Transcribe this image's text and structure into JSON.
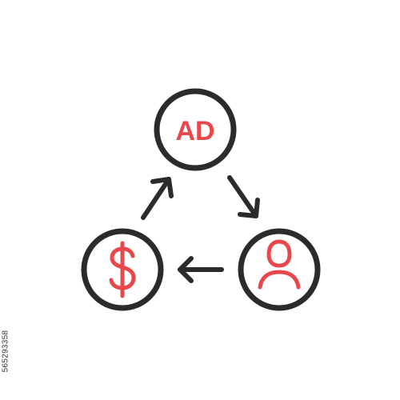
{
  "icon": {
    "ad_label": "AD",
    "nodes": [
      "ad-bubble",
      "user-icon",
      "dollar-icon"
    ],
    "flow": [
      "ad-to-user",
      "user-to-dollar",
      "dollar-to-ad"
    ]
  },
  "colors": {
    "outline": "#2b2b2b",
    "accent": "#e8474c",
    "background": "#ffffff",
    "stock_text": "#333333"
  },
  "stock_id": "565293358"
}
